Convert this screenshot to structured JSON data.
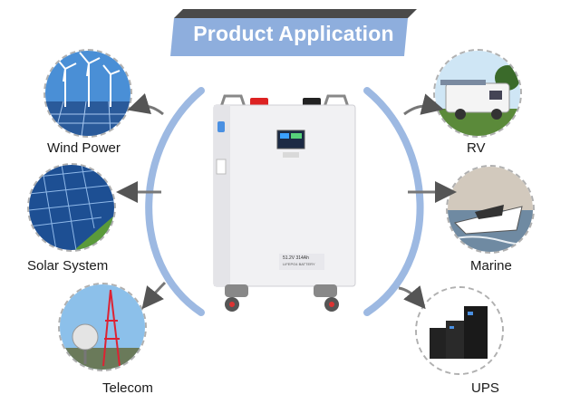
{
  "banner": {
    "title": "Product Application"
  },
  "battery": {
    "label_line1": "51.2V 314Ah",
    "label_line2": "LIFEPO4 BATTERY"
  },
  "applications": [
    {
      "label": "Wind Power"
    },
    {
      "label": "Solar System"
    },
    {
      "label": "Telecom"
    },
    {
      "label": "RV"
    },
    {
      "label": "Marine"
    },
    {
      "label": "UPS"
    }
  ],
  "colors": {
    "banner_blue": "#8eaedd",
    "arc_blue": "#9db9e2",
    "banner_dark": "#4a4a4a"
  }
}
